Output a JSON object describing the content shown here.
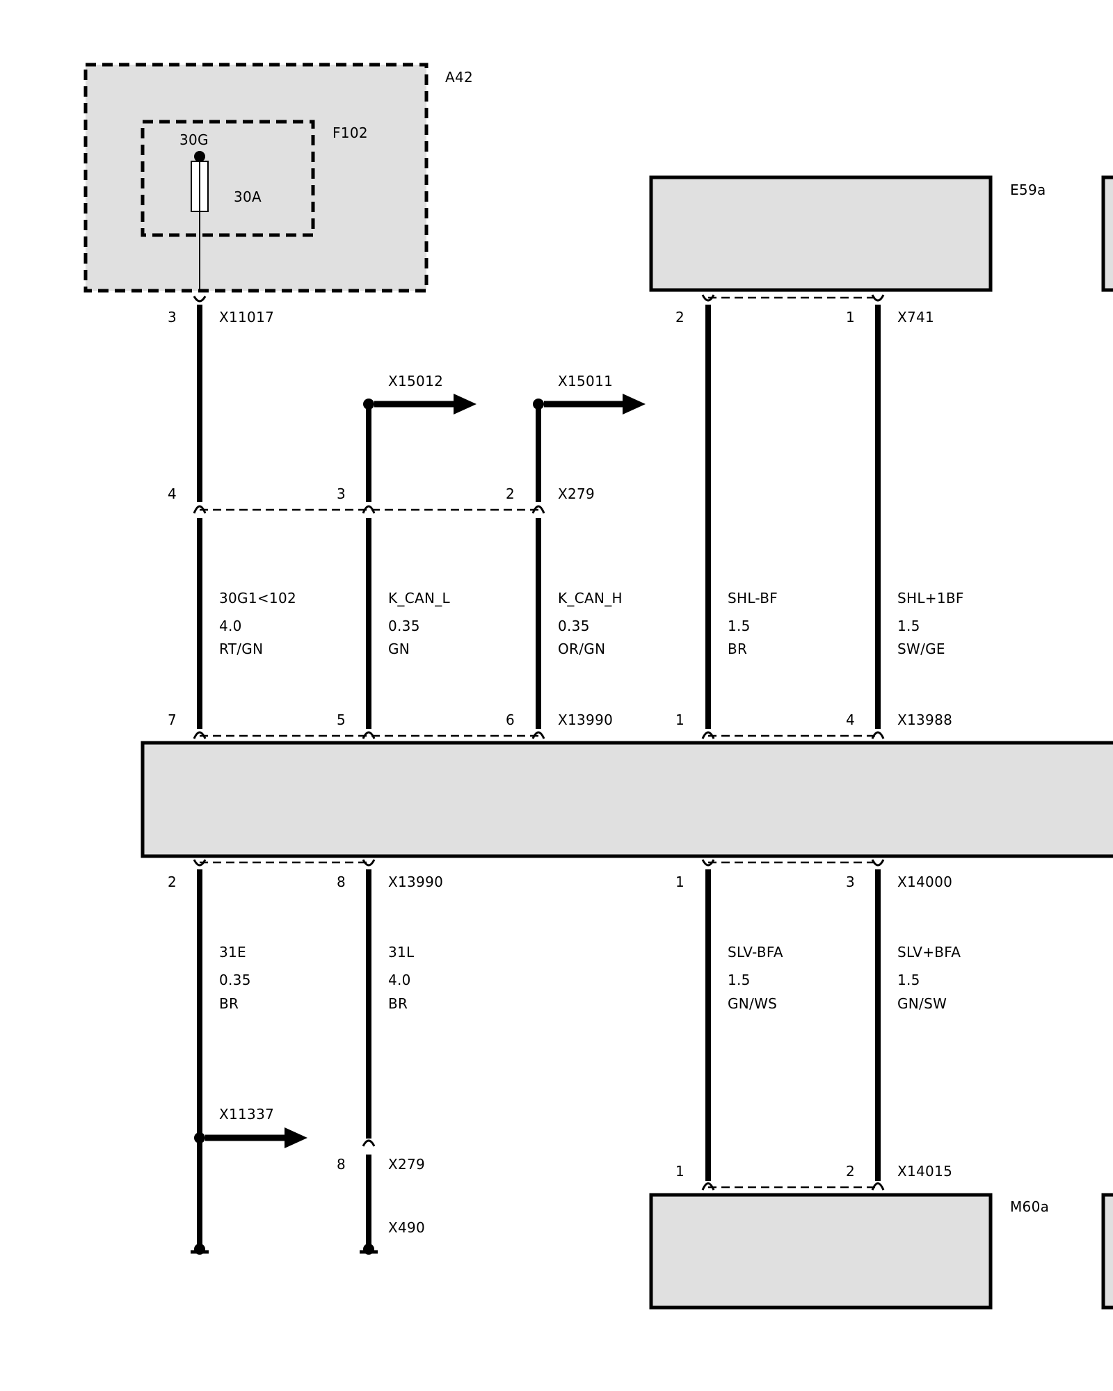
{
  "components": {
    "a42": "A42",
    "f102": "F102",
    "fuse_terminal": "30G",
    "fuse_rating": "30A",
    "e59a": "E59a",
    "m60a": "M60a"
  },
  "connectors": {
    "x11017": "X11017",
    "x15012": "X15012",
    "x15011": "X15011",
    "x279_top": "X279",
    "x741": "X741",
    "x13990_top": "X13990",
    "x13988": "X13988",
    "x13990_bottom": "X13990",
    "x14000": "X14000",
    "x11337": "X11337",
    "x279_bottom": "X279",
    "x490": "X490",
    "x14015": "X14015"
  },
  "pins": {
    "x11017_a": "3",
    "x279_a": "4",
    "x279_b": "3",
    "x279_c": "2",
    "x741_a": "2",
    "x741_b": "1",
    "x13990_a": "7",
    "x13990_b": "5",
    "x13990_c": "6",
    "x13988_a": "1",
    "x13988_b": "4",
    "x13990b_a": "2",
    "x13990b_b": "8",
    "x14000_a": "1",
    "x14000_b": "3",
    "x279b_a": "8",
    "x14015_a": "1",
    "x14015_b": "2"
  },
  "wires": {
    "w30g": {
      "name": "30G1<102",
      "size": "4.0",
      "color": "RT/GN"
    },
    "kcanl": {
      "name": "K_CAN_L",
      "size": "0.35",
      "color": "GN"
    },
    "kcanh": {
      "name": "K_CAN_H",
      "size": "0.35",
      "color": "OR/GN"
    },
    "shlbf": {
      "name": "SHL-BF",
      "size": "1.5",
      "color": "BR"
    },
    "shl1bf": {
      "name": "SHL+1BF",
      "size": "1.5",
      "color": "SW/GE"
    },
    "w31e": {
      "name": "31E",
      "size": "0.35",
      "color": "BR"
    },
    "w31l": {
      "name": "31L",
      "size": "4.0",
      "color": "BR"
    },
    "slvbfa": {
      "name": "SLV-BFA",
      "size": "1.5",
      "color": "GN/WS"
    },
    "slv1bfa": {
      "name": "SLV+BFA",
      "size": "1.5",
      "color": "GN/SW"
    }
  }
}
